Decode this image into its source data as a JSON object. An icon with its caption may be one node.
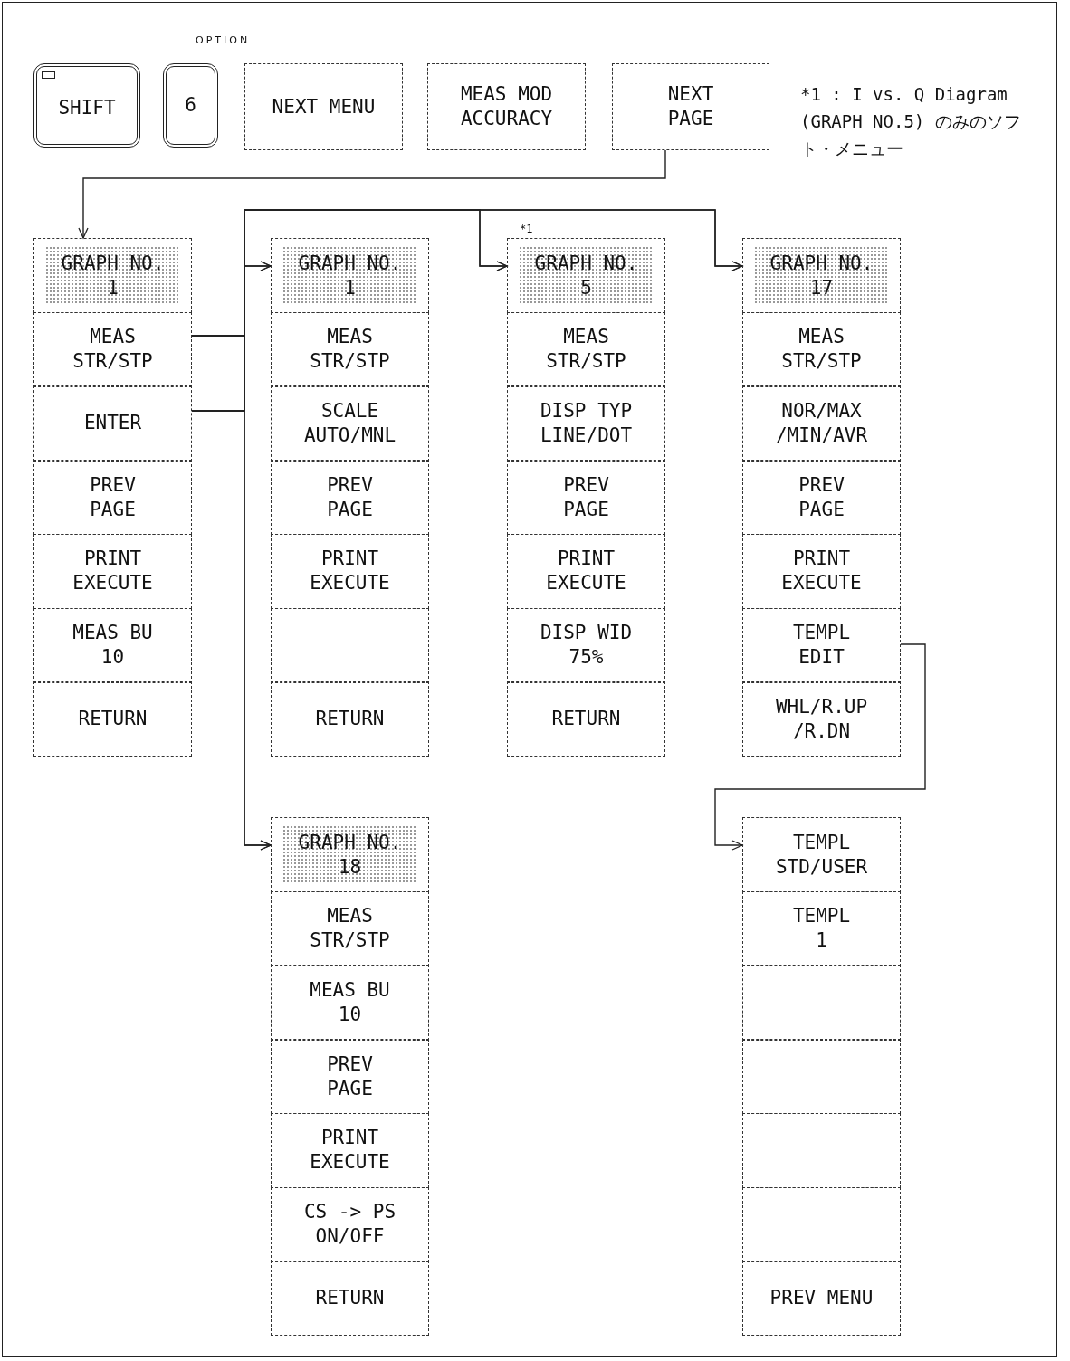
{
  "diagram": {
    "nodes": [
      {
        "text": [
          "SHIFT"
        ]
      },
      {
        "text": [
          "6"
        ]
      },
      {
        "text": [
          "NEXT MENU"
        ]
      },
      {
        "text": [
          "MEAS MOD ACCURACY"
        ]
      },
      {
        "text": [
          "NEXT PAGE"
        ]
      },
      {
        "text": [
          "GRAPH NO. 1"
        ]
      },
      {
        "text": [
          "MEAS STR/STP"
        ]
      },
      {
        "text": [
          "ENTER"
        ]
      },
      {
        "text": [
          "PREV PAGE"
        ]
      },
      {
        "text": [
          "PRINT EXECUTE"
        ]
      },
      {
        "text": [
          "MEAS BU 10"
        ]
      },
      {
        "text": [
          "RETURN"
        ]
      },
      {
        "text": [
          "GRAPH NO. 1"
        ]
      },
      {
        "text": [
          "MEAS STR/STP"
        ]
      },
      {
        "text": [
          "SCALE AUTO/MNL"
        ]
      },
      {
        "text": [
          "PREV PAGE"
        ]
      },
      {
        "text": [
          "PRINT EXECUTE"
        ]
      },
      {
        "text": [],
        "shape": "box"
      },
      {
        "text": [
          "RETURN"
        ]
      },
      {
        "text": [
          "GRAPH NO. 5"
        ],
        "beside": [
          "*1"
        ]
      },
      {
        "text": [
          "MEAS STR/STP"
        ]
      },
      {
        "text": [
          "DISP TYP LINE/DOT"
        ]
      },
      {
        "text": [
          "PREV PAGE"
        ]
      },
      {
        "text": [
          "PRINT EXECUTE"
        ]
      },
      {
        "text": [
          "DISP WID 75%"
        ]
      },
      {
        "text": [
          "RETURN"
        ]
      },
      {
        "text": [
          "GRAPH NO. 17"
        ]
      },
      {
        "text": [
          "MEAS STR/STP"
        ]
      },
      {
        "text": [
          "NOR/MAX /MIN/AVR"
        ]
      },
      {
        "text": [
          "PREV PAGE"
        ]
      },
      {
        "text": [
          "PRINT EXECUTE"
        ]
      },
      {
        "text": [
          "TEMPL EDIT"
        ]
      },
      {
        "text": [
          "WHL/R.UP /R.DN"
        ]
      },
      {
        "text": [
          "GRAPH NO. 18"
        ]
      },
      {
        "text": [
          "MEAS STR/STP"
        ]
      },
      {
        "text": [
          "MEAS BU 10"
        ]
      },
      {
        "text": [
          "PREV PAGE"
        ]
      },
      {
        "text": [
          "PRINT EXECUTE"
        ]
      },
      {
        "text": [
          "CS -> PS ON/OFF"
        ]
      },
      {
        "text": [
          "RETURN"
        ]
      },
      {
        "text": [
          "TEMPL STD/USER"
        ]
      },
      {
        "text": [
          "TEMPL 1"
        ]
      },
      {
        "text": [],
        "shape": "box"
      },
      {
        "text": [],
        "shape": "box"
      },
      {
        "text": [],
        "shape": "box"
      },
      {
        "text": [],
        "shape": "box"
      },
      {
        "text": [
          "PREV MENU"
        ]
      }
    ],
    "edges": [
      {
        "from": 4,
        "to": 5,
        "arrow": "to"
      },
      {
        "from": 6,
        "to": 12,
        "arrow": "to"
      },
      {
        "from": 6,
        "to": 19,
        "arrow": "to"
      },
      {
        "from": 6,
        "to": 26,
        "arrow": "to"
      },
      {
        "from": 6,
        "to": 33,
        "arrow": "to"
      },
      {
        "from": 7,
        "to": 12,
        "arrow": "to"
      },
      {
        "from": 7,
        "to": 19,
        "arrow": "to"
      },
      {
        "from": 7,
        "to": 26,
        "arrow": "to"
      },
      {
        "from": 7,
        "to": 33,
        "arrow": "to"
      },
      {
        "from": 31,
        "to": 40,
        "arrow": "to"
      }
    ],
    "labels": [
      "OPTION",
      "*1 : I vs. Q Diagram (GRAPH NO.5) のみのソフト・メニュー"
    ]
  }
}
